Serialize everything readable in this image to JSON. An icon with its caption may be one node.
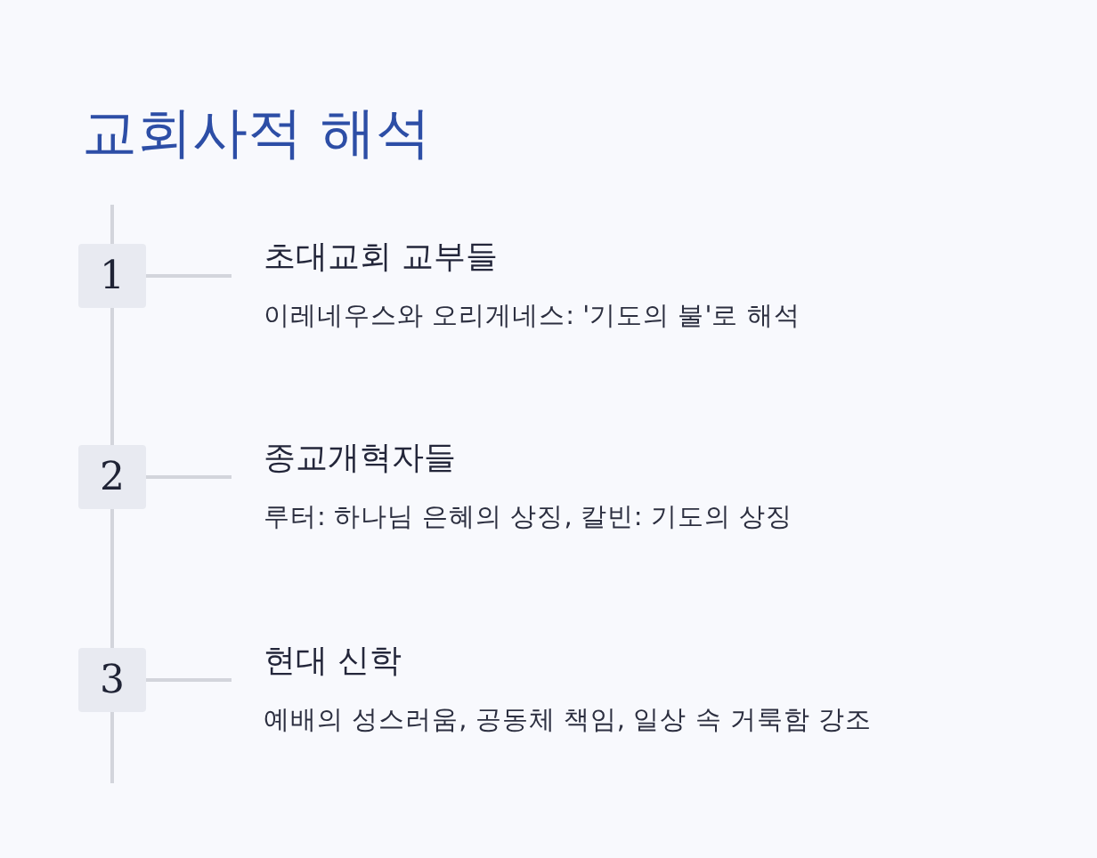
{
  "diagram": {
    "title": "교회사적 해석",
    "nodes": [
      {
        "text": [
          "1"
        ]
      },
      {
        "text": [
          "초대교회 교부들",
          "이레네우스와 오리게네스: '기도의 불'로 해석"
        ]
      },
      {
        "text": [
          "2"
        ]
      },
      {
        "text": [
          "종교개혁자들",
          "루터: 하나님 은혜의 상징, 칼빈: 기도의 상징"
        ]
      },
      {
        "text": [
          "3"
        ]
      },
      {
        "text": [
          "현대 신학",
          "예배의 성스러움, 공동체 책임, 일상 속 거룩함 강조"
        ]
      }
    ],
    "edges": [
      {
        "from": 0,
        "to": 1,
        "arrow": "none"
      },
      {
        "from": 2,
        "to": 3,
        "arrow": "none"
      },
      {
        "from": 4,
        "to": 5,
        "arrow": "none"
      }
    ]
  }
}
